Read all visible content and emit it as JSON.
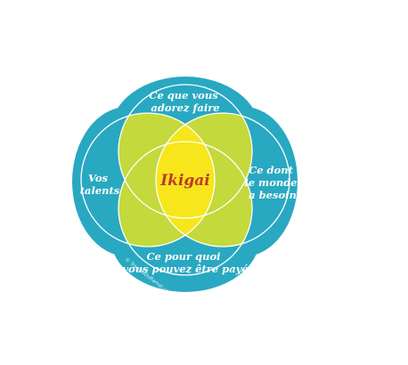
{
  "center": {
    "label": "Ikigai"
  },
  "petals": {
    "top": [
      "Ce que vous",
      "adorez faire"
    ],
    "left": [
      "Vos",
      "talents"
    ],
    "right": [
      "Ce dont",
      "le monde",
      "a besoin"
    ],
    "bottom": [
      "Ce pour quoi",
      "vous pouvez être payé"
    ]
  },
  "watermark": "© TransfoDuRamel.com",
  "colors": {
    "outer": "#29a8c1",
    "overlap": "#c3d93c",
    "center": "#f6e61b",
    "center_text": "#c0392b",
    "outline": "#ffffff"
  }
}
